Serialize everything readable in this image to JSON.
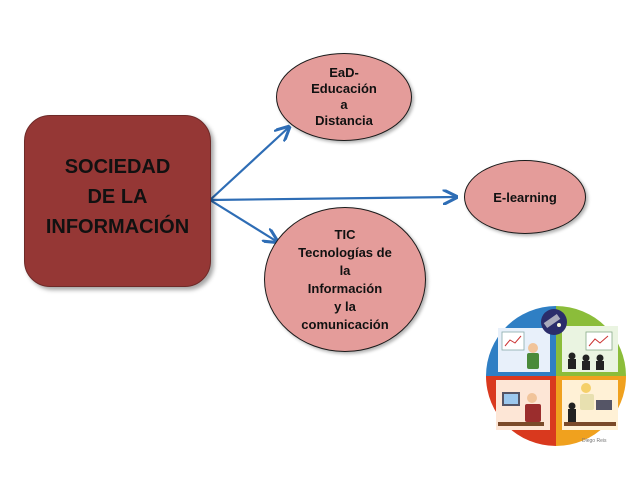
{
  "main": {
    "title": "SOCIEDAD\nDE LA\nINFORMACIÓN",
    "fill": "#953735"
  },
  "nodes": {
    "ead": {
      "label": "EaD-\nEducación\na\nDistancia"
    },
    "elearning": {
      "label": "E-learning"
    },
    "tic": {
      "label": "TIC\nTecnologías de\nla\nInformación\ny la\ncomunicación"
    }
  },
  "node_fill": "#e49c9a",
  "arrow_color": "#2e6db5",
  "illustration": {
    "credit": "Diego Reis",
    "icon": "education-technology-illustration"
  }
}
